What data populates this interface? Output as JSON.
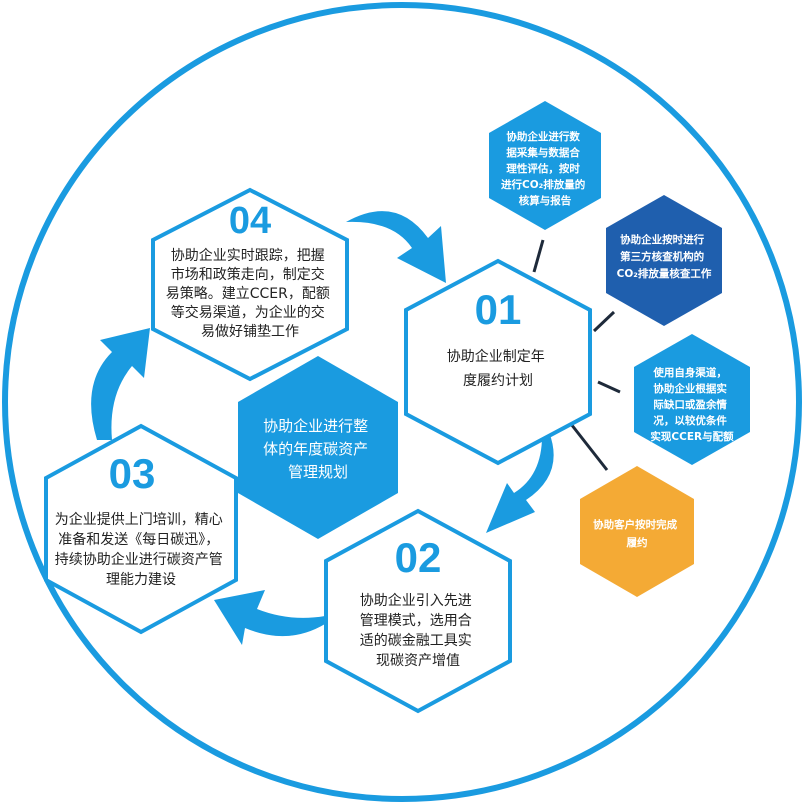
{
  "colors": {
    "primary_blue": "#1a9be0",
    "dark_blue": "#1f5fae",
    "orange": "#f4aa35",
    "outline": "#1a9be0",
    "text": "#222222"
  },
  "center": {
    "lines": [
      "协助企业进行整",
      "体的年度碳资产",
      "管理规划"
    ]
  },
  "steps": [
    {
      "number": "01",
      "lines": [
        "协助企业制定年",
        "度履约计划"
      ]
    },
    {
      "number": "02",
      "lines": [
        "协助企业引入先进",
        "管理模式，选用合",
        "适的碳金融工具实",
        "现碳资产增值"
      ]
    },
    {
      "number": "03",
      "lines": [
        "为企业提供上门培训，精心",
        "准备和发送《每日碳迅》，",
        "持续协助企业进行碳资产管",
        "理能力建设"
      ]
    },
    {
      "number": "04",
      "lines": [
        "协助企业实时跟踪，把握",
        "市场和政策走向，制定交",
        "易策略。建立CCER，配额",
        "等交易渠道，为企业的交",
        "易做好铺垫工作"
      ]
    }
  ],
  "sub_items": [
    {
      "lines": [
        "协助企业进行数",
        "据采集与数据合",
        "理性评估，按时",
        "进行CO₂排放量的",
        "核算与报告"
      ],
      "color": "#1a9be0"
    },
    {
      "lines": [
        "协助企业按时进行",
        "第三方核查机构的",
        "CO₂排放量核查工作"
      ],
      "color": "#1f5fae"
    },
    {
      "lines": [
        "使用自身渠道，",
        "协助企业根据实",
        "际缺口或盈余情",
        "况，以较优条件",
        "实现CCER与配额"
      ],
      "color": "#1a9be0"
    },
    {
      "lines": [
        "协助客户按时完成",
        "履约"
      ],
      "color": "#f4aa35"
    }
  ]
}
